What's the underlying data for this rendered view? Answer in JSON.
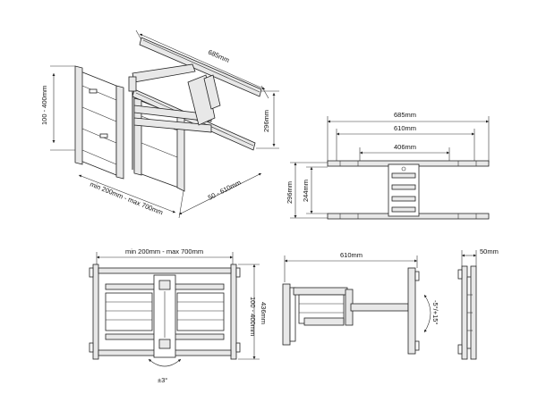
{
  "views": {
    "perspective": {
      "width": "685mm",
      "vertical_range": "100 - 400mm",
      "height": "296mm",
      "horizontal_range": "min 200mm - max 700mm",
      "depth_range": "50 - 610mm"
    },
    "front": {
      "overall_width": "685mm",
      "mid_width": "610mm",
      "inner_width": "406mm",
      "overall_height": "296mm",
      "inner_height": "244mm"
    },
    "rear": {
      "horizontal_range": "min 200mm - max 700mm",
      "height": "436mm",
      "vertical_range": "100 - 400mm",
      "tilt": "±3°"
    },
    "side_extended": {
      "extension": "610mm",
      "tilt": "-5°/+15°"
    },
    "side_retracted": {
      "depth": "50mm"
    }
  }
}
